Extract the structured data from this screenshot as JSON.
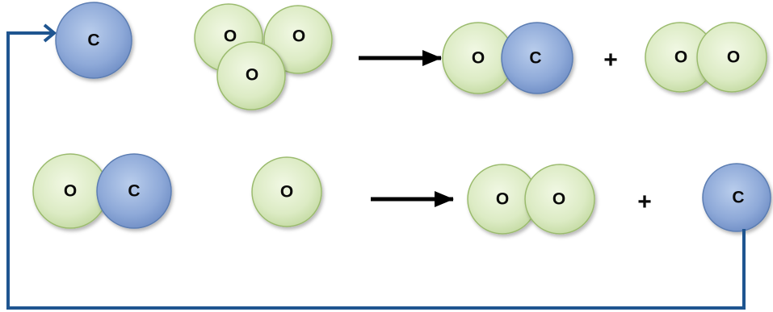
{
  "atoms": {
    "carbon_label": "C",
    "oxygen_label": "O"
  },
  "operators": {
    "plus": "+"
  },
  "colors": {
    "oxygen_fill": "#d3e6b8",
    "oxygen_stroke": "#9bbb6e",
    "carbon_fill": "#8eaad8",
    "carbon_stroke": "#5577aa",
    "reaction_arrow": "#000000",
    "cycle_arrow": "#1f5590"
  },
  "reactions": [
    {
      "reactants": [
        [
          "C"
        ],
        [
          "O",
          "O",
          "O"
        ]
      ],
      "products": [
        [
          "O",
          "C"
        ],
        [
          "O",
          "O"
        ]
      ]
    },
    {
      "reactants": [
        [
          "O",
          "C"
        ],
        [
          "O"
        ]
      ],
      "products": [
        [
          "O",
          "O"
        ],
        [
          "C"
        ]
      ]
    }
  ]
}
